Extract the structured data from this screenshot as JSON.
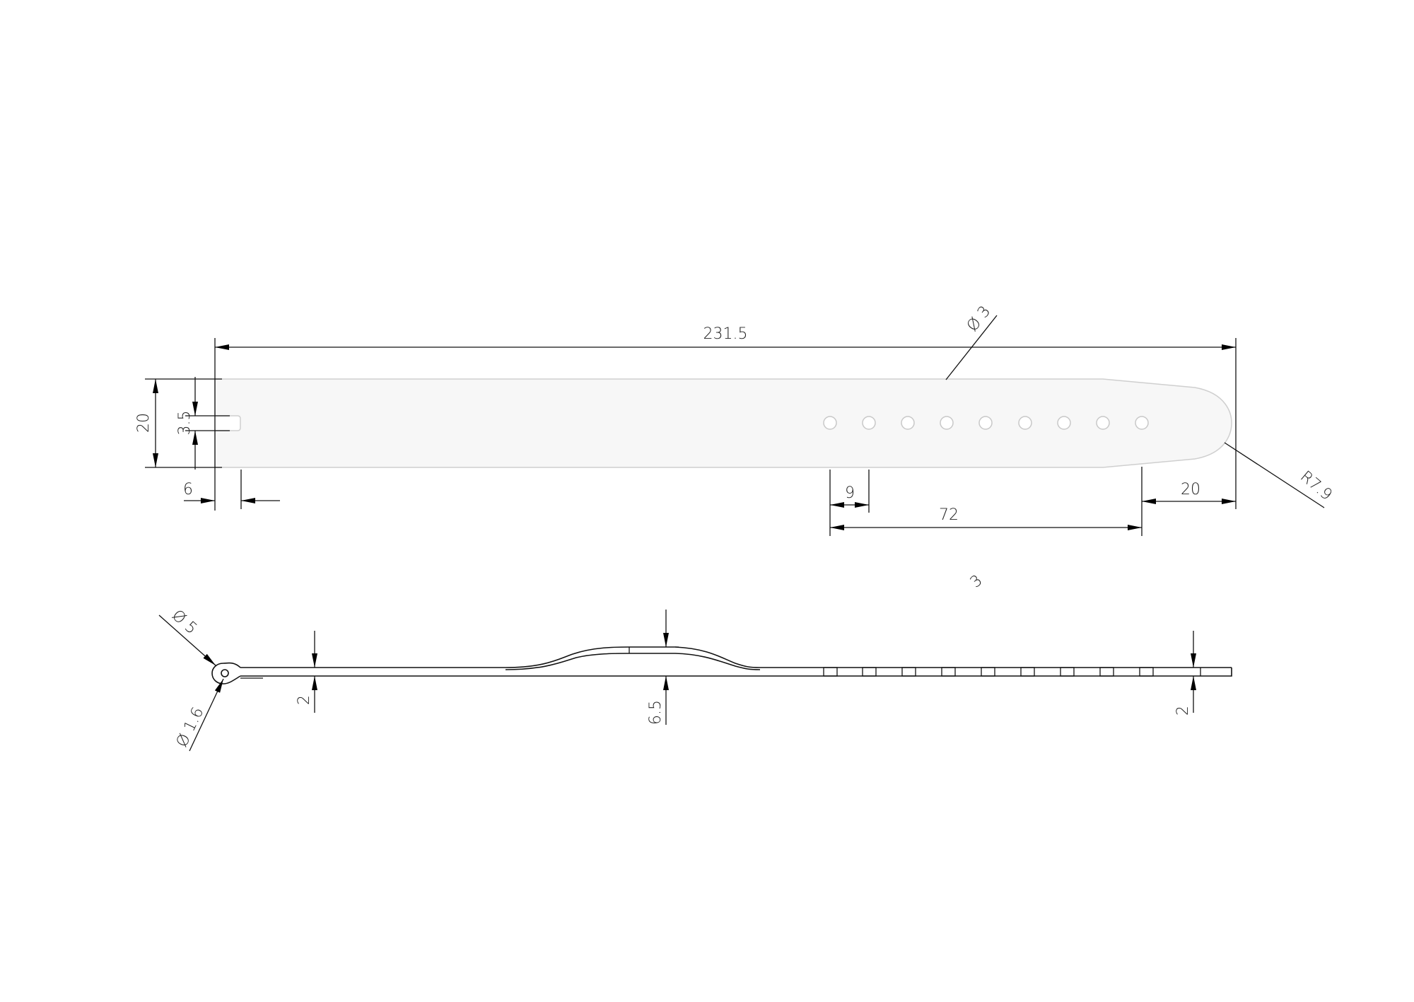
{
  "drawing": {
    "top_view": {
      "overall_length": "231.5",
      "hole_diameter": "Ø 3",
      "width": "20",
      "slot_width": "3.5",
      "slot_depth": "6",
      "hole_pitch": "9",
      "hole_span": "72",
      "tip_length": "20",
      "tip_radius": "R7.9",
      "hole_count": 9
    },
    "side_view": {
      "eye_outer_diameter": "Ø 5",
      "eye_inner_diameter": "Ø 1.6",
      "thickness_left": "2",
      "hump_height": "6.5",
      "thickness_right": "2"
    },
    "stray_label": "3"
  }
}
